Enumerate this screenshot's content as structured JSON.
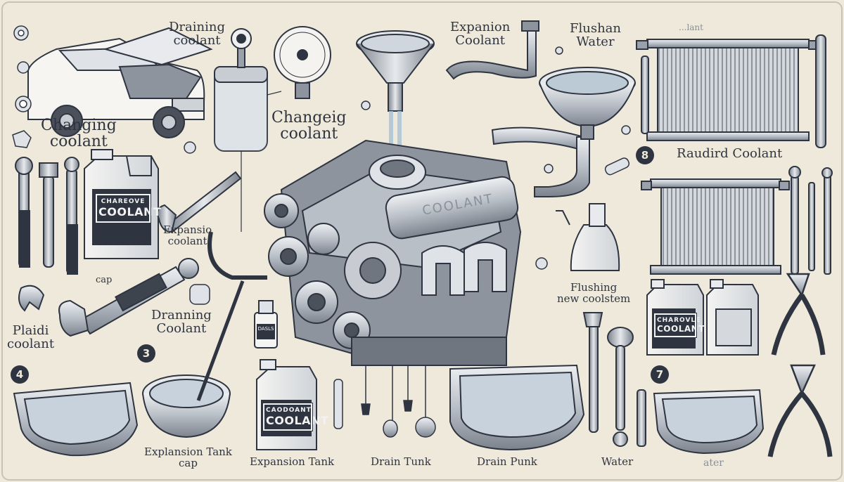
{
  "labels": {
    "draining_coolant_top": "Draining\ncoolant",
    "expansion_coolant_top": "Expanion\nCoolant",
    "flushan_water": "Flushan\nWater",
    "plant_top_right": "...lant",
    "changing_coolant_left": "Changing\ncoolant",
    "changing_coolant_center": "Changeig\ncoolant",
    "raudird_coolant": "Raudird Coolant",
    "expansion_coolant_mid": "Expansio\ncoolant",
    "cap_left": "cap",
    "plaidi_coolant": "Plaidi\ncoolant",
    "draining_coolant_mid": "Dranning\nCoolant",
    "flushing_new": "Flushing\nnew coolstem",
    "expansion_tank_cap": "Explansion Tank\ncap",
    "expansion_tank": "Expansion Tank",
    "drain_tunk": "Drain Tunk",
    "drain_punk": "Drain Punk",
    "water_bottom": "Water",
    "ater_bottom_right": "ater"
  },
  "badges": {
    "n3": "3",
    "n4": "4",
    "n8": "8",
    "n7": "7"
  },
  "jugs": {
    "left": {
      "top": "CHAREOVE",
      "main": "COOLANT"
    },
    "bottom": {
      "top": "CAODOANT",
      "main": "COOLANT"
    },
    "right": {
      "top": "CHAROVLE",
      "main": "COOLANT"
    },
    "small_bottle": "DASLS",
    "engine_cover": "COOLANT"
  },
  "colors": {
    "paper": "#efe9dc",
    "ink": "#2e3440",
    "steel": "#b9bfc7",
    "metal_light": "#dfe2e6",
    "metal_dark": "#5a616b"
  }
}
